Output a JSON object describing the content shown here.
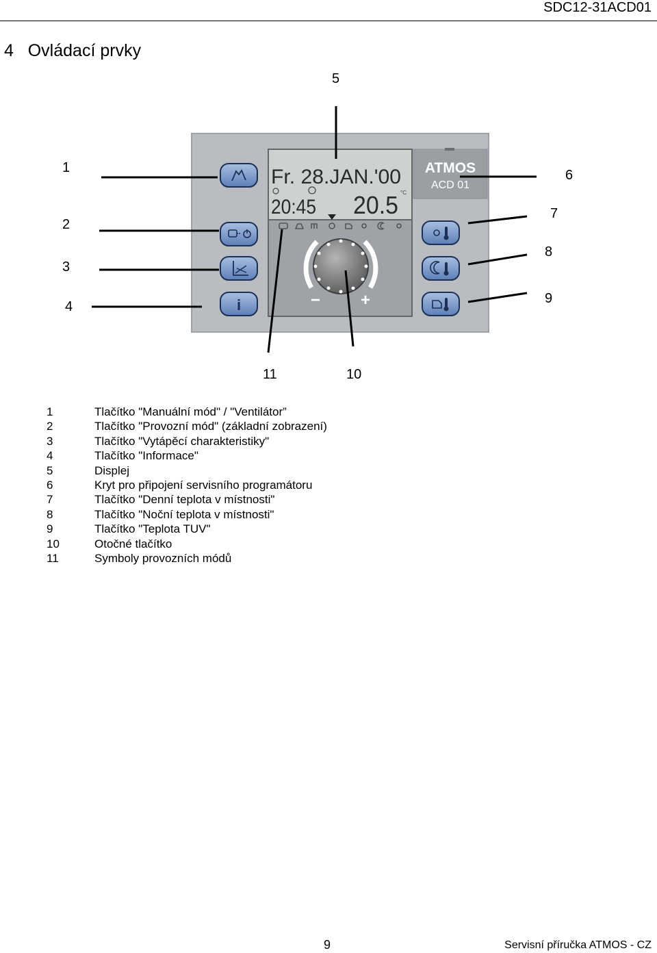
{
  "header": {
    "doc_code": "SDC12-31ACD01"
  },
  "section": {
    "title": "4   Ovládací prvky"
  },
  "device": {
    "display": {
      "date_line": "Fr. 28.JAN.'00",
      "time": "20:45",
      "temperature": "20.5",
      "unit": "°C"
    },
    "logo": {
      "brand": "ATMOS",
      "model": "ACD 01"
    },
    "knob": {
      "minus": "−",
      "plus": "+"
    },
    "buttons": [
      {
        "id": 1,
        "icon": "hand-fan-icon"
      },
      {
        "id": 2,
        "icon": "mode-power-icon"
      },
      {
        "id": 3,
        "icon": "heating-curve-icon"
      },
      {
        "id": 4,
        "icon": "info-icon"
      },
      {
        "id": 7,
        "icon": "sun-thermometer-icon"
      },
      {
        "id": 8,
        "icon": "moon-thermometer-icon"
      },
      {
        "id": 9,
        "icon": "tap-thermometer-icon"
      }
    ]
  },
  "callouts": {
    "c1": "1",
    "c2": "2",
    "c3": "3",
    "c4": "4",
    "c5": "5",
    "c6": "6",
    "c7": "7",
    "c8": "8",
    "c9": "9",
    "c10": "10",
    "c11": "11"
  },
  "legend": [
    {
      "num": "1",
      "text": "Tlačítko \"Manuální mód\" / \"Ventilátor”"
    },
    {
      "num": "2",
      "text": "Tlačítko \"Provozní mód\"  (základní zobrazení)"
    },
    {
      "num": "3",
      "text": "Tlačítko \"Vytápěcí charakteristiky\""
    },
    {
      "num": "4",
      "text": "Tlačítko \"Informace\""
    },
    {
      "num": "5",
      "text": "Displej"
    },
    {
      "num": "6",
      "text": "Kryt pro připojení servisního programátoru"
    },
    {
      "num": "7",
      "text": "Tlačítko \"Denní teplota v místnosti\""
    },
    {
      "num": "8",
      "text": "Tlačítko \"Noční teplota v místnosti\""
    },
    {
      "num": "9",
      "text": "Tlačítko \"Teplota TUV\""
    },
    {
      "num": "10",
      "text": "Otočné tlačítko"
    },
    {
      "num": "11",
      "text": "Symboly provozních módů"
    }
  ],
  "footer": {
    "page": "9",
    "title": "Servisní příručka ATMOS - CZ"
  }
}
